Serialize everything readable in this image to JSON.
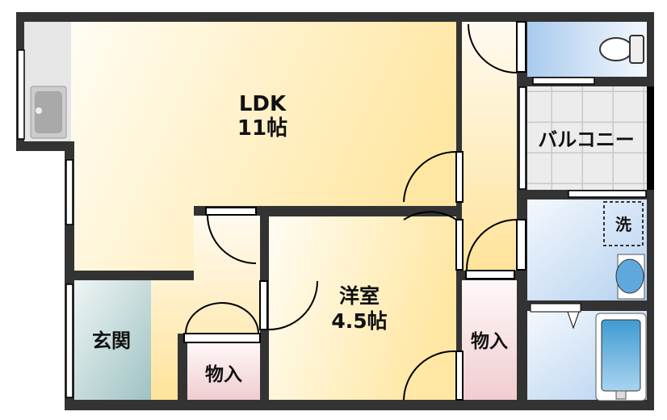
{
  "rooms": {
    "ldk": {
      "name": "LDK",
      "size": "11帖"
    },
    "western": {
      "name": "洋室",
      "size": "4.5帖"
    },
    "entrance": {
      "name": "玄関"
    },
    "closet_left": {
      "name": "物入"
    },
    "closet_right": {
      "name": "物入"
    },
    "balcony": {
      "name": "バルコニー"
    },
    "washer": {
      "name": "洗"
    }
  },
  "colors": {
    "wall": "#333333",
    "living": "#ffe9a6",
    "wet_area": "#bcd6ee",
    "closet": "#f2d3d6",
    "entrance": "#a9c9c9",
    "balcony": "#e4e4e4"
  }
}
